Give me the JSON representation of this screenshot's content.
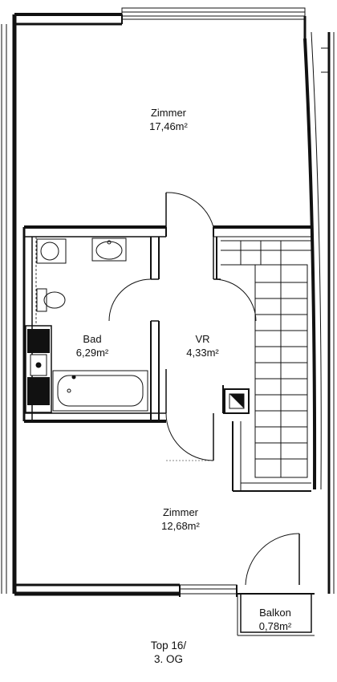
{
  "rooms": {
    "zimmer_top": {
      "name": "Zimmer",
      "area": "17,46m²"
    },
    "bad": {
      "name": "Bad",
      "area": "6,29m²"
    },
    "vr": {
      "name": "VR",
      "area": "4,33m²"
    },
    "zimmer_bottom": {
      "name": "Zimmer",
      "area": "12,68m²"
    },
    "balkon": {
      "name": "Balkon",
      "area": "0,78m²"
    }
  },
  "unit": {
    "top": "Top 16/",
    "floor": "3. OG"
  },
  "colors": {
    "wall": "#111111",
    "background": "#ffffff"
  }
}
